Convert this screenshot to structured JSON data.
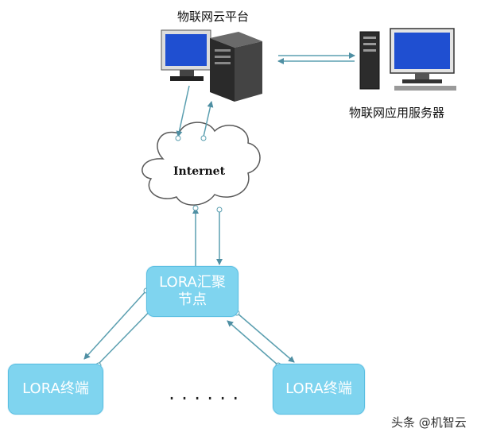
{
  "platform": {
    "label": "物联网云平台"
  },
  "app_server": {
    "label": "物联网应用服务器"
  },
  "cloud": {
    "label": "Internet"
  },
  "gateway": {
    "line1": "LORA汇聚",
    "line2": "节点"
  },
  "terminal_left": {
    "label": "LORA终端"
  },
  "terminal_right": {
    "label": "LORA终端"
  },
  "ellipsis": "......",
  "watermark": {
    "text": "头条 @机智云"
  },
  "colors": {
    "node_fill": "#7fd4ef",
    "link": "#5b9fb0",
    "monitor_blue": "#1f4fd1"
  }
}
